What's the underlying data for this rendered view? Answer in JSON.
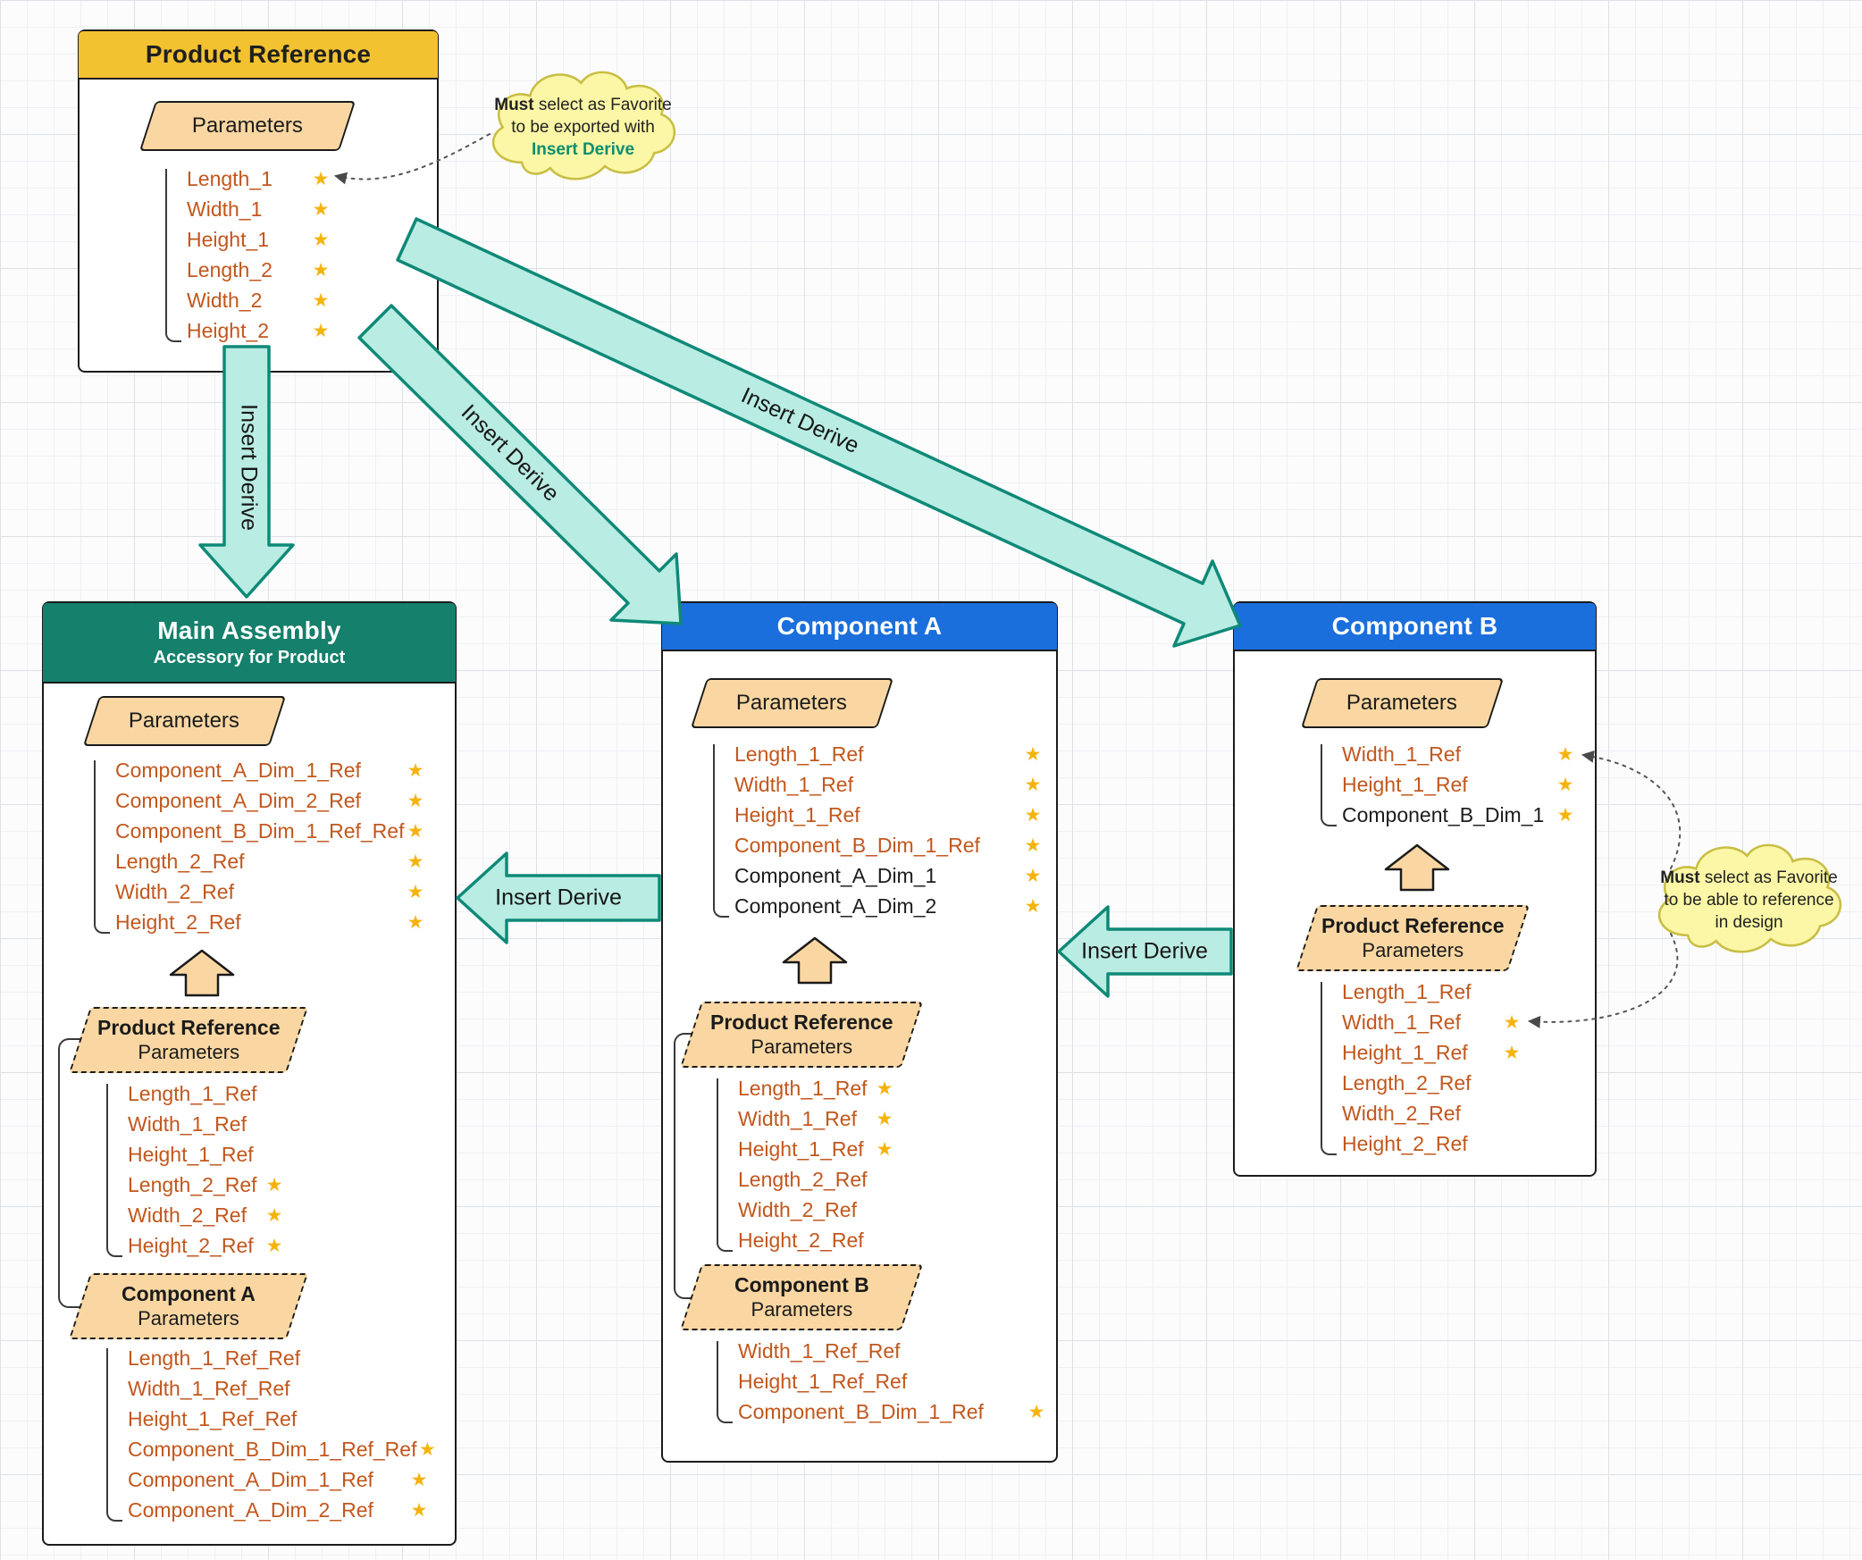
{
  "labels": {
    "insert_derive": "Insert Derive",
    "parameters": "Parameters"
  },
  "notes": {
    "export": {
      "bold": "Must",
      "mid": " select as Favorite to be exported with ",
      "accent": "Insert Derive"
    },
    "reference": {
      "bold": "Must",
      "mid": " select as Favorite to be able to reference in design"
    }
  },
  "product_reference": {
    "title": "Product Reference",
    "params": [
      {
        "name": "Length_1",
        "star": "★"
      },
      {
        "name": "Width_1",
        "star": "★"
      },
      {
        "name": "Height_1",
        "star": "★"
      },
      {
        "name": "Length_2",
        "star": "★"
      },
      {
        "name": "Width_2",
        "star": "★"
      },
      {
        "name": "Height_2",
        "star": "★"
      }
    ]
  },
  "main_assembly": {
    "title": "Main Assembly",
    "subtitle": "Accessory for Product",
    "params": [
      {
        "name": "Component_A_Dim_1_Ref",
        "star": "★"
      },
      {
        "name": "Component_A_Dim_2_Ref",
        "star": "★"
      },
      {
        "name": "Component_B_Dim_1_Ref_Ref",
        "star": "★"
      },
      {
        "name": "Length_2_Ref",
        "star": "★"
      },
      {
        "name": "Width_2_Ref",
        "star": "★"
      },
      {
        "name": "Height_2_Ref",
        "star": "★"
      }
    ],
    "group1": {
      "title": "Product Reference",
      "subtitle": "Parameters",
      "params": [
        {
          "name": "Length_1_Ref",
          "star": ""
        },
        {
          "name": "Width_1_Ref",
          "star": ""
        },
        {
          "name": "Height_1_Ref",
          "star": ""
        },
        {
          "name": "Length_2_Ref",
          "star": "★"
        },
        {
          "name": "Width_2_Ref",
          "star": "★"
        },
        {
          "name": "Height_2_Ref",
          "star": "★"
        }
      ]
    },
    "group2": {
      "title": "Component A",
      "subtitle": "Parameters",
      "params": [
        {
          "name": "Length_1_Ref_Ref",
          "star": ""
        },
        {
          "name": "Width_1_Ref_Ref",
          "star": ""
        },
        {
          "name": "Height_1_Ref_Ref",
          "star": ""
        },
        {
          "name": "Component_B_Dim_1_Ref_Ref",
          "star": "★"
        },
        {
          "name": "Component_A_Dim_1_Ref",
          "star": "★"
        },
        {
          "name": "Component_A_Dim_2_Ref",
          "star": "★"
        }
      ]
    }
  },
  "component_a": {
    "title": "Component A",
    "params": [
      {
        "name": "Length_1_Ref",
        "star": "★"
      },
      {
        "name": "Width_1_Ref",
        "star": "★"
      },
      {
        "name": "Height_1_Ref",
        "star": "★"
      },
      {
        "name": "Component_B_Dim_1_Ref",
        "star": "★"
      },
      {
        "name": "Component_A_Dim_1",
        "star": "★"
      },
      {
        "name": "Component_A_Dim_2",
        "star": "★"
      }
    ],
    "group1": {
      "title": "Product Reference",
      "subtitle": "Parameters",
      "params": [
        {
          "name": "Length_1_Ref",
          "star": "★"
        },
        {
          "name": "Width_1_Ref",
          "star": "★"
        },
        {
          "name": "Height_1_Ref",
          "star": "★"
        },
        {
          "name": "Length_2_Ref",
          "star": ""
        },
        {
          "name": "Width_2_Ref",
          "star": ""
        },
        {
          "name": "Height_2_Ref",
          "star": ""
        }
      ]
    },
    "group2": {
      "title": "Component B",
      "subtitle": "Parameters",
      "params": [
        {
          "name": "Width_1_Ref_Ref",
          "star": ""
        },
        {
          "name": "Height_1_Ref_Ref",
          "star": ""
        },
        {
          "name": "Component_B_Dim_1_Ref",
          "star": "★"
        }
      ]
    }
  },
  "component_b": {
    "title": "Component B",
    "params": [
      {
        "name": "Width_1_Ref",
        "star": "★"
      },
      {
        "name": "Height_1_Ref",
        "star": "★"
      },
      {
        "name": "Component_B_Dim_1",
        "star": "★"
      }
    ],
    "group1": {
      "title": "Product Reference",
      "subtitle": "Parameters",
      "params": [
        {
          "name": "Length_1_Ref",
          "star": ""
        },
        {
          "name": "Width_1_Ref",
          "star": "★"
        },
        {
          "name": "Height_1_Ref",
          "star": "★"
        },
        {
          "name": "Length_2_Ref",
          "star": ""
        },
        {
          "name": "Width_2_Ref",
          "star": ""
        },
        {
          "name": "Height_2_Ref",
          "star": ""
        }
      ]
    }
  }
}
